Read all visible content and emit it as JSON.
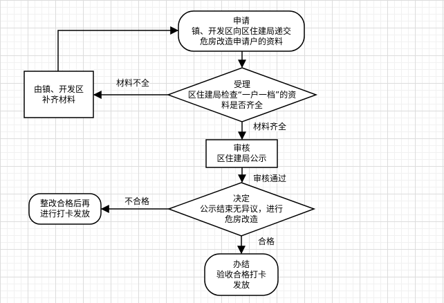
{
  "nodes": {
    "apply": {
      "line1": "申请",
      "line2": "镇、开发区向区住建局递交",
      "line3": "危房改造申请户的资料"
    },
    "accept": {
      "line1": "受理",
      "line2": "区住建局检查“一户一档”的资",
      "line3": "料是否齐全"
    },
    "supplement": {
      "line1": "由镇、开发区",
      "line2": "补齐材料"
    },
    "review": {
      "line1": "审核",
      "line2": "区住建局公示"
    },
    "decide": {
      "line1": "决定",
      "line2": "公示结束无异议，进行",
      "line3": "危房改造"
    },
    "rectify": {
      "line1": "整改合格后再",
      "line2": "进行打卡发放"
    },
    "finish": {
      "line1": "办结",
      "line2": "验收合格打卡",
      "line3": "发放"
    }
  },
  "edges": {
    "incomplete": "材料不全",
    "complete": "材料齐全",
    "approved": "审核通过",
    "unqualified": "不合格",
    "qualified": "合格"
  },
  "colors": {
    "stroke": "#000000",
    "fill": "#ffffff",
    "grid": "#dcdcdc"
  }
}
